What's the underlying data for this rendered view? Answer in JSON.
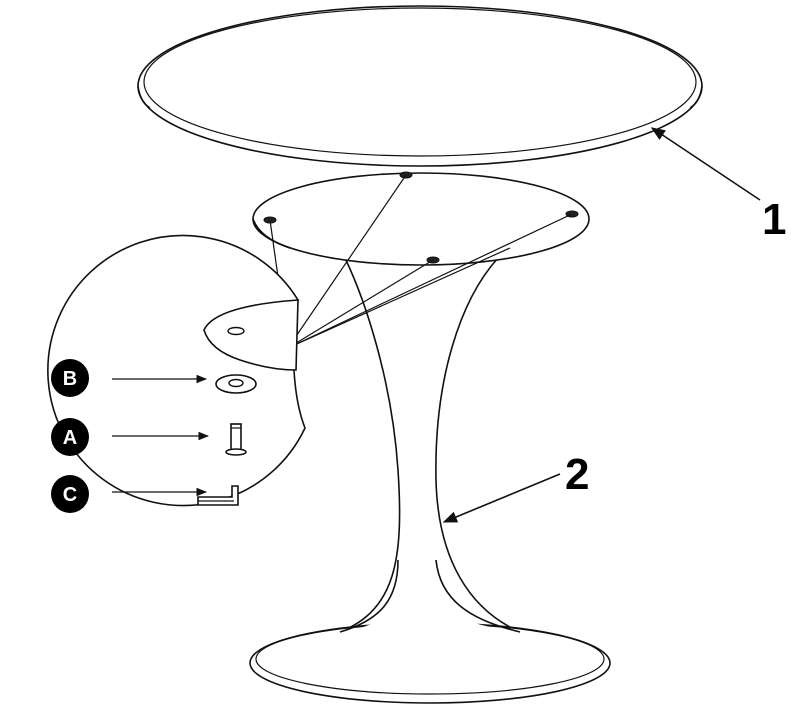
{
  "parts": [
    {
      "id": "table-top",
      "label": "1"
    },
    {
      "id": "pedestal-base",
      "label": "2"
    }
  ],
  "hardware": [
    {
      "id": "washer",
      "letter": "B"
    },
    {
      "id": "bolt",
      "letter": "A"
    },
    {
      "id": "allen-key",
      "letter": "C"
    }
  ],
  "colors": {
    "line": "#111111",
    "badge": "#000000",
    "background": "#ffffff"
  }
}
